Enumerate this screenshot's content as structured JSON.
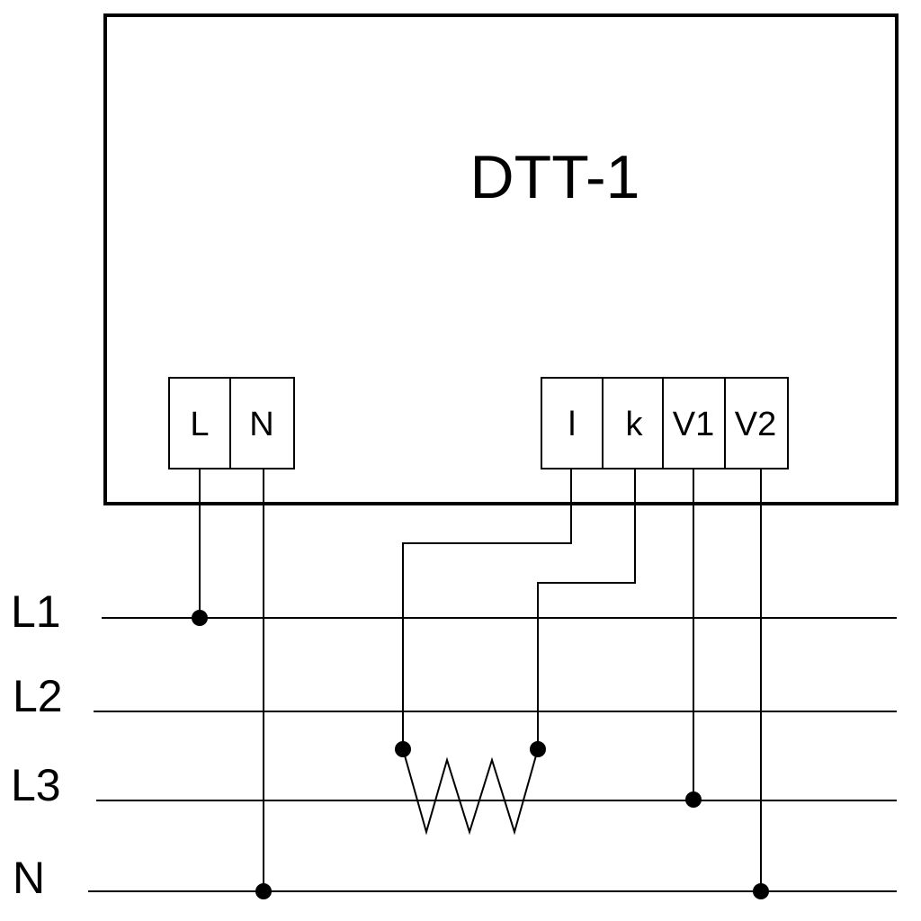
{
  "device": {
    "title": "DTT-1"
  },
  "terminals": {
    "left": [
      "L",
      "N"
    ],
    "right": [
      "l",
      "k",
      "V1",
      "V2"
    ]
  },
  "lines": {
    "labels": [
      "L1",
      "L2",
      "L3",
      "N"
    ]
  },
  "colors": {
    "ink": "#000000",
    "background": "#ffffff"
  }
}
